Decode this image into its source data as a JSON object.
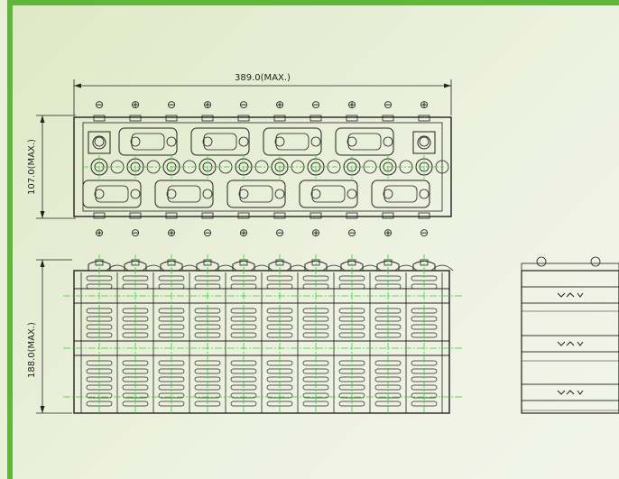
{
  "dimensions": {
    "width_label": "389.0(MAX.)",
    "height_label": "107.0(MAX.)",
    "depth_label": "188.0(MAX.)"
  },
  "polarity": {
    "top_row": [
      "⊖",
      "⊕",
      "⊖",
      "⊕",
      "⊖",
      "⊕",
      "⊖",
      "⊕",
      "⊖",
      "⊕"
    ],
    "bottom_row": [
      "⊕",
      "⊖",
      "⊕",
      "⊖",
      "⊕",
      "⊖",
      "⊕",
      "⊖",
      "⊕",
      "⊖"
    ]
  },
  "colors": {
    "frame": "#5fb63a",
    "line": "#222222",
    "centerline": "#2bd12b"
  }
}
